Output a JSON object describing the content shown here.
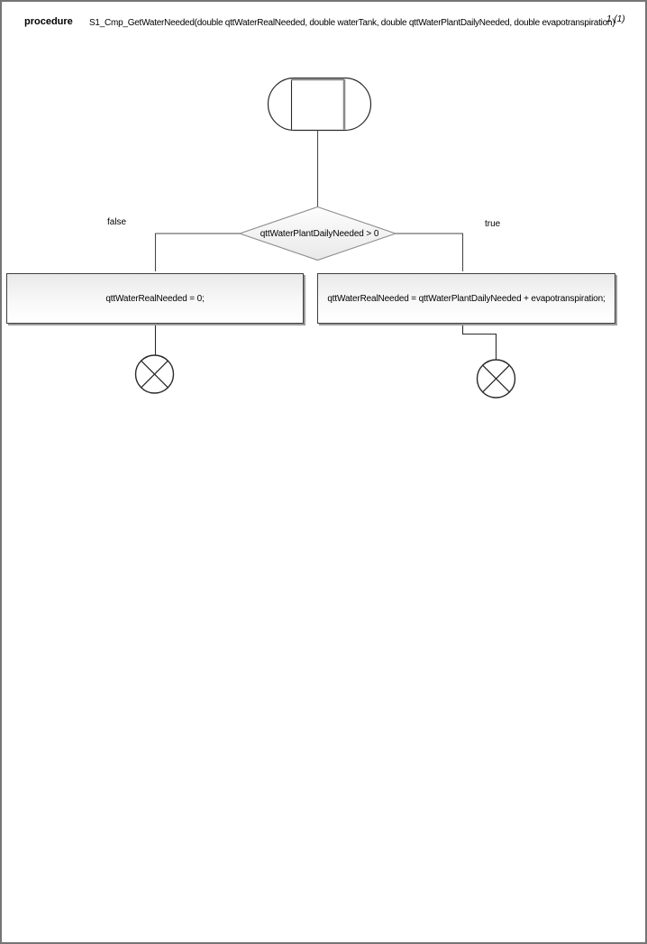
{
  "header": {
    "kind": "procedure",
    "signature": "S1_Cmp_GetWaterNeeded(double qttWaterRealNeeded, double waterTank, double qttWaterPlantDailyNeeded, double evapotranspiration)",
    "page_number": "1 (1)"
  },
  "flowchart": {
    "start_node": "start",
    "decision": {
      "condition": "qttWaterPlantDailyNeeded > 0"
    },
    "branch_labels": {
      "false": "false",
      "true": "true"
    },
    "actions": {
      "false_branch": "qttWaterRealNeeded = 0;",
      "true_branch": "qttWaterRealNeeded = qttWaterPlantDailyNeeded + evapotranspiration;"
    },
    "end_nodes": [
      "flow-final-false",
      "flow-final-true"
    ]
  },
  "colors": {
    "page_border": "#757575",
    "connector": "#4a4a4a",
    "node_border": "#3f3f3f",
    "diamond_border": "#8c8c8c",
    "node_fill_top": "#e9e9e9",
    "node_fill_bottom": "#ffffff",
    "shadow": "#9b9b9b",
    "start_accent": "#8a8a8a"
  }
}
